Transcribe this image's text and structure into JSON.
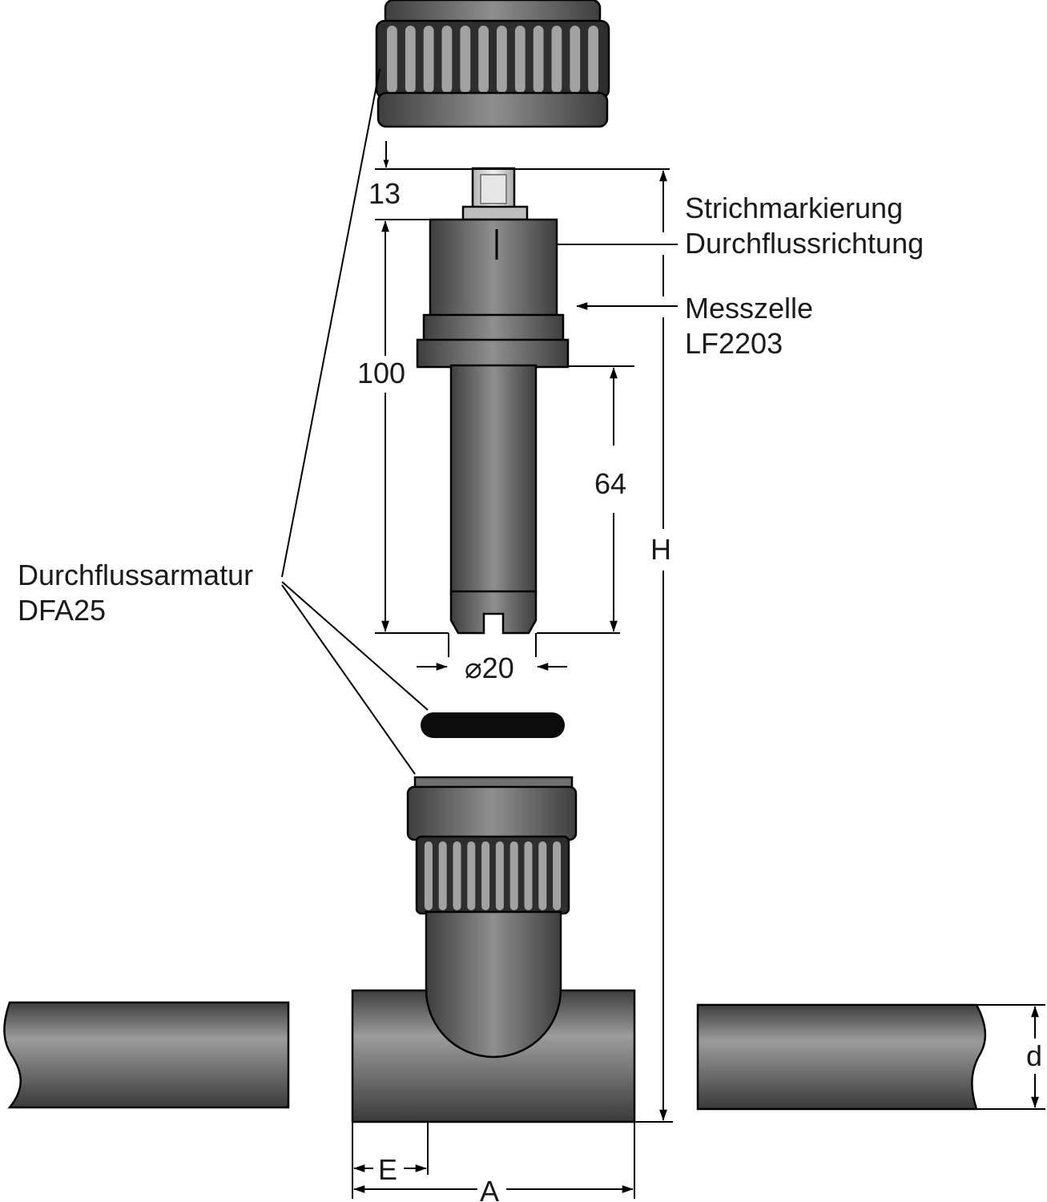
{
  "labels": {
    "strich_line1": "Strichmarkierung",
    "strich_line2": "Durchflussrichtung",
    "messzelle_line1": "Messzelle",
    "messzelle_line2": "LF2203",
    "armatur_line1": "Durchflussarmatur",
    "armatur_line2": "DFA25"
  },
  "dimensions": {
    "top_gap": "13",
    "cell_length": "100",
    "probe_length": "64",
    "diameter": "⌀20",
    "height": "H",
    "pipe_diameter": "d",
    "offset": "E",
    "tee_length": "A"
  },
  "colors": {
    "part_dark": "#3a3a3a",
    "part_mid": "#8a8a8a",
    "part_light": "#d4d4d4",
    "outline": "#000000"
  }
}
